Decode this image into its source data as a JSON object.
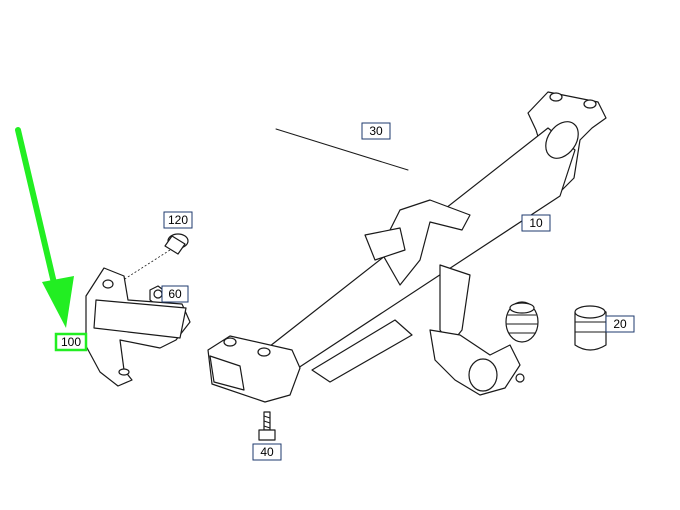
{
  "diagram": {
    "callouts": [
      {
        "id": "c30",
        "label": "30"
      },
      {
        "id": "c10",
        "label": "10"
      },
      {
        "id": "c120",
        "label": "120"
      },
      {
        "id": "c60",
        "label": "60"
      },
      {
        "id": "c100",
        "label": "100"
      },
      {
        "id": "c20",
        "label": "20"
      },
      {
        "id": "c40",
        "label": "40"
      }
    ],
    "highlight_color": "#22ee22",
    "callout_border_color": "#1e3a6e"
  }
}
